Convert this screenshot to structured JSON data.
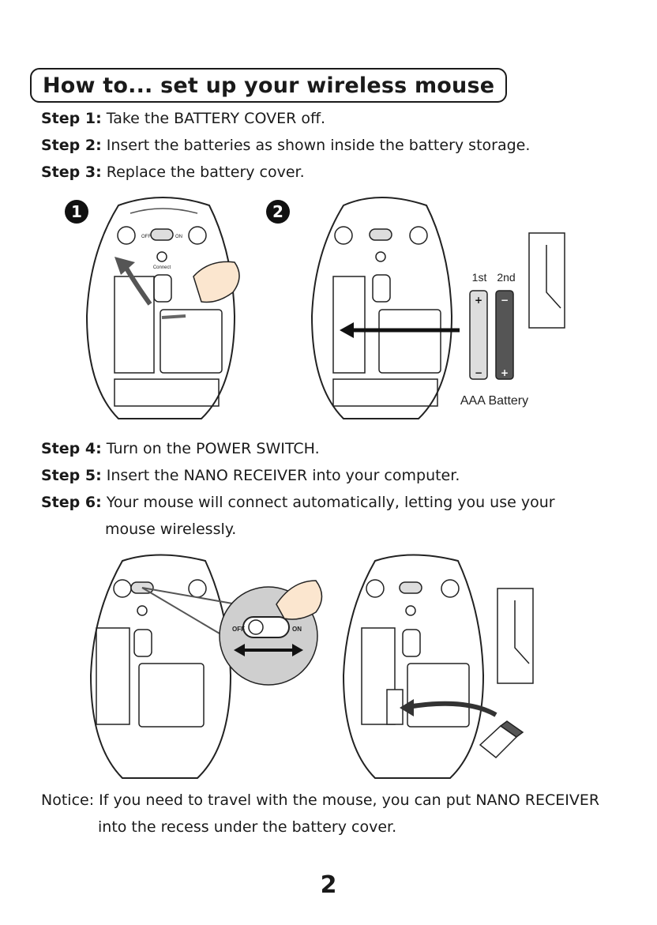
{
  "title": "How to... set up your wireless mouse",
  "steps_top": [
    {
      "label": "Step 1:",
      "text": "Take the BATTERY COVER off."
    },
    {
      "label": "Step 2:",
      "text": "Insert the batteries as shown inside the battery storage."
    },
    {
      "label": "Step 3:",
      "text": "Replace the battery cover."
    }
  ],
  "figures": {
    "marker_1": "1",
    "marker_2": "2",
    "battery_first": "1st",
    "battery_second": "2nd",
    "battery_caption": "AAA Battery",
    "plus": "+",
    "minus": "−",
    "switch_off": "OFF",
    "switch_on": "ON",
    "connect": "Connect"
  },
  "steps_bottom": [
    {
      "label": "Step 4:",
      "text": "Turn on the POWER SWITCH."
    },
    {
      "label": "Step 5:",
      "text": "Insert the NANO RECEIVER into your computer."
    },
    {
      "label": "Step 6:",
      "text": "Your mouse will connect automatically, letting you use your",
      "cont": "mouse wirelessly."
    }
  ],
  "notice": {
    "line1": "Notice: If you need to travel with the mouse, you can put NANO RECEIVER",
    "line2": "into the recess under the battery cover."
  },
  "page_number": "2"
}
